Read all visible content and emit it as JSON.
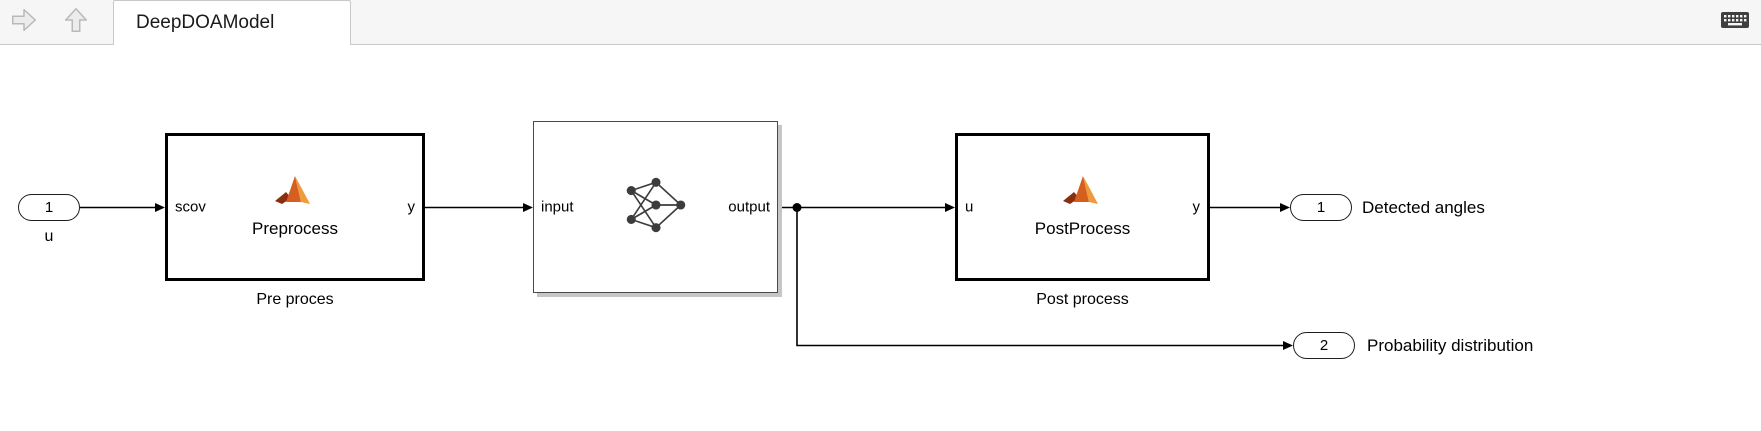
{
  "topbar": {
    "tab_label": "DeepDOAModel"
  },
  "diagram": {
    "inport": {
      "number": "1",
      "caption": "u"
    },
    "preprocess": {
      "port_in": "scov",
      "port_out": "y",
      "name": "Preprocess",
      "caption": "Pre proces"
    },
    "network": {
      "port_in": "input",
      "port_out": "output"
    },
    "postprocess": {
      "port_in": "u",
      "port_out": "y",
      "name": "PostProcess",
      "caption": "Post process"
    },
    "outport1": {
      "number": "1",
      "caption": "Detected angles"
    },
    "outport2": {
      "number": "2",
      "caption": "Probability distribution"
    }
  },
  "icons": {
    "nav_forward": "forward-arrow-icon",
    "nav_up": "up-arrow-icon",
    "keyboard": "keyboard-icon",
    "preprocess_badge": "matlab-logo-icon",
    "network_badge": "neural-network-icon",
    "postprocess_badge": "matlab-logo-icon"
  },
  "colors": {
    "matlab_orange_dark": "#8a2f0e",
    "matlab_orange": "#d45f1e",
    "matlab_orange_light": "#f09a3e",
    "wire": "#000000",
    "canvas": "#ffffff",
    "topbar_bg": "#f6f6f6"
  }
}
